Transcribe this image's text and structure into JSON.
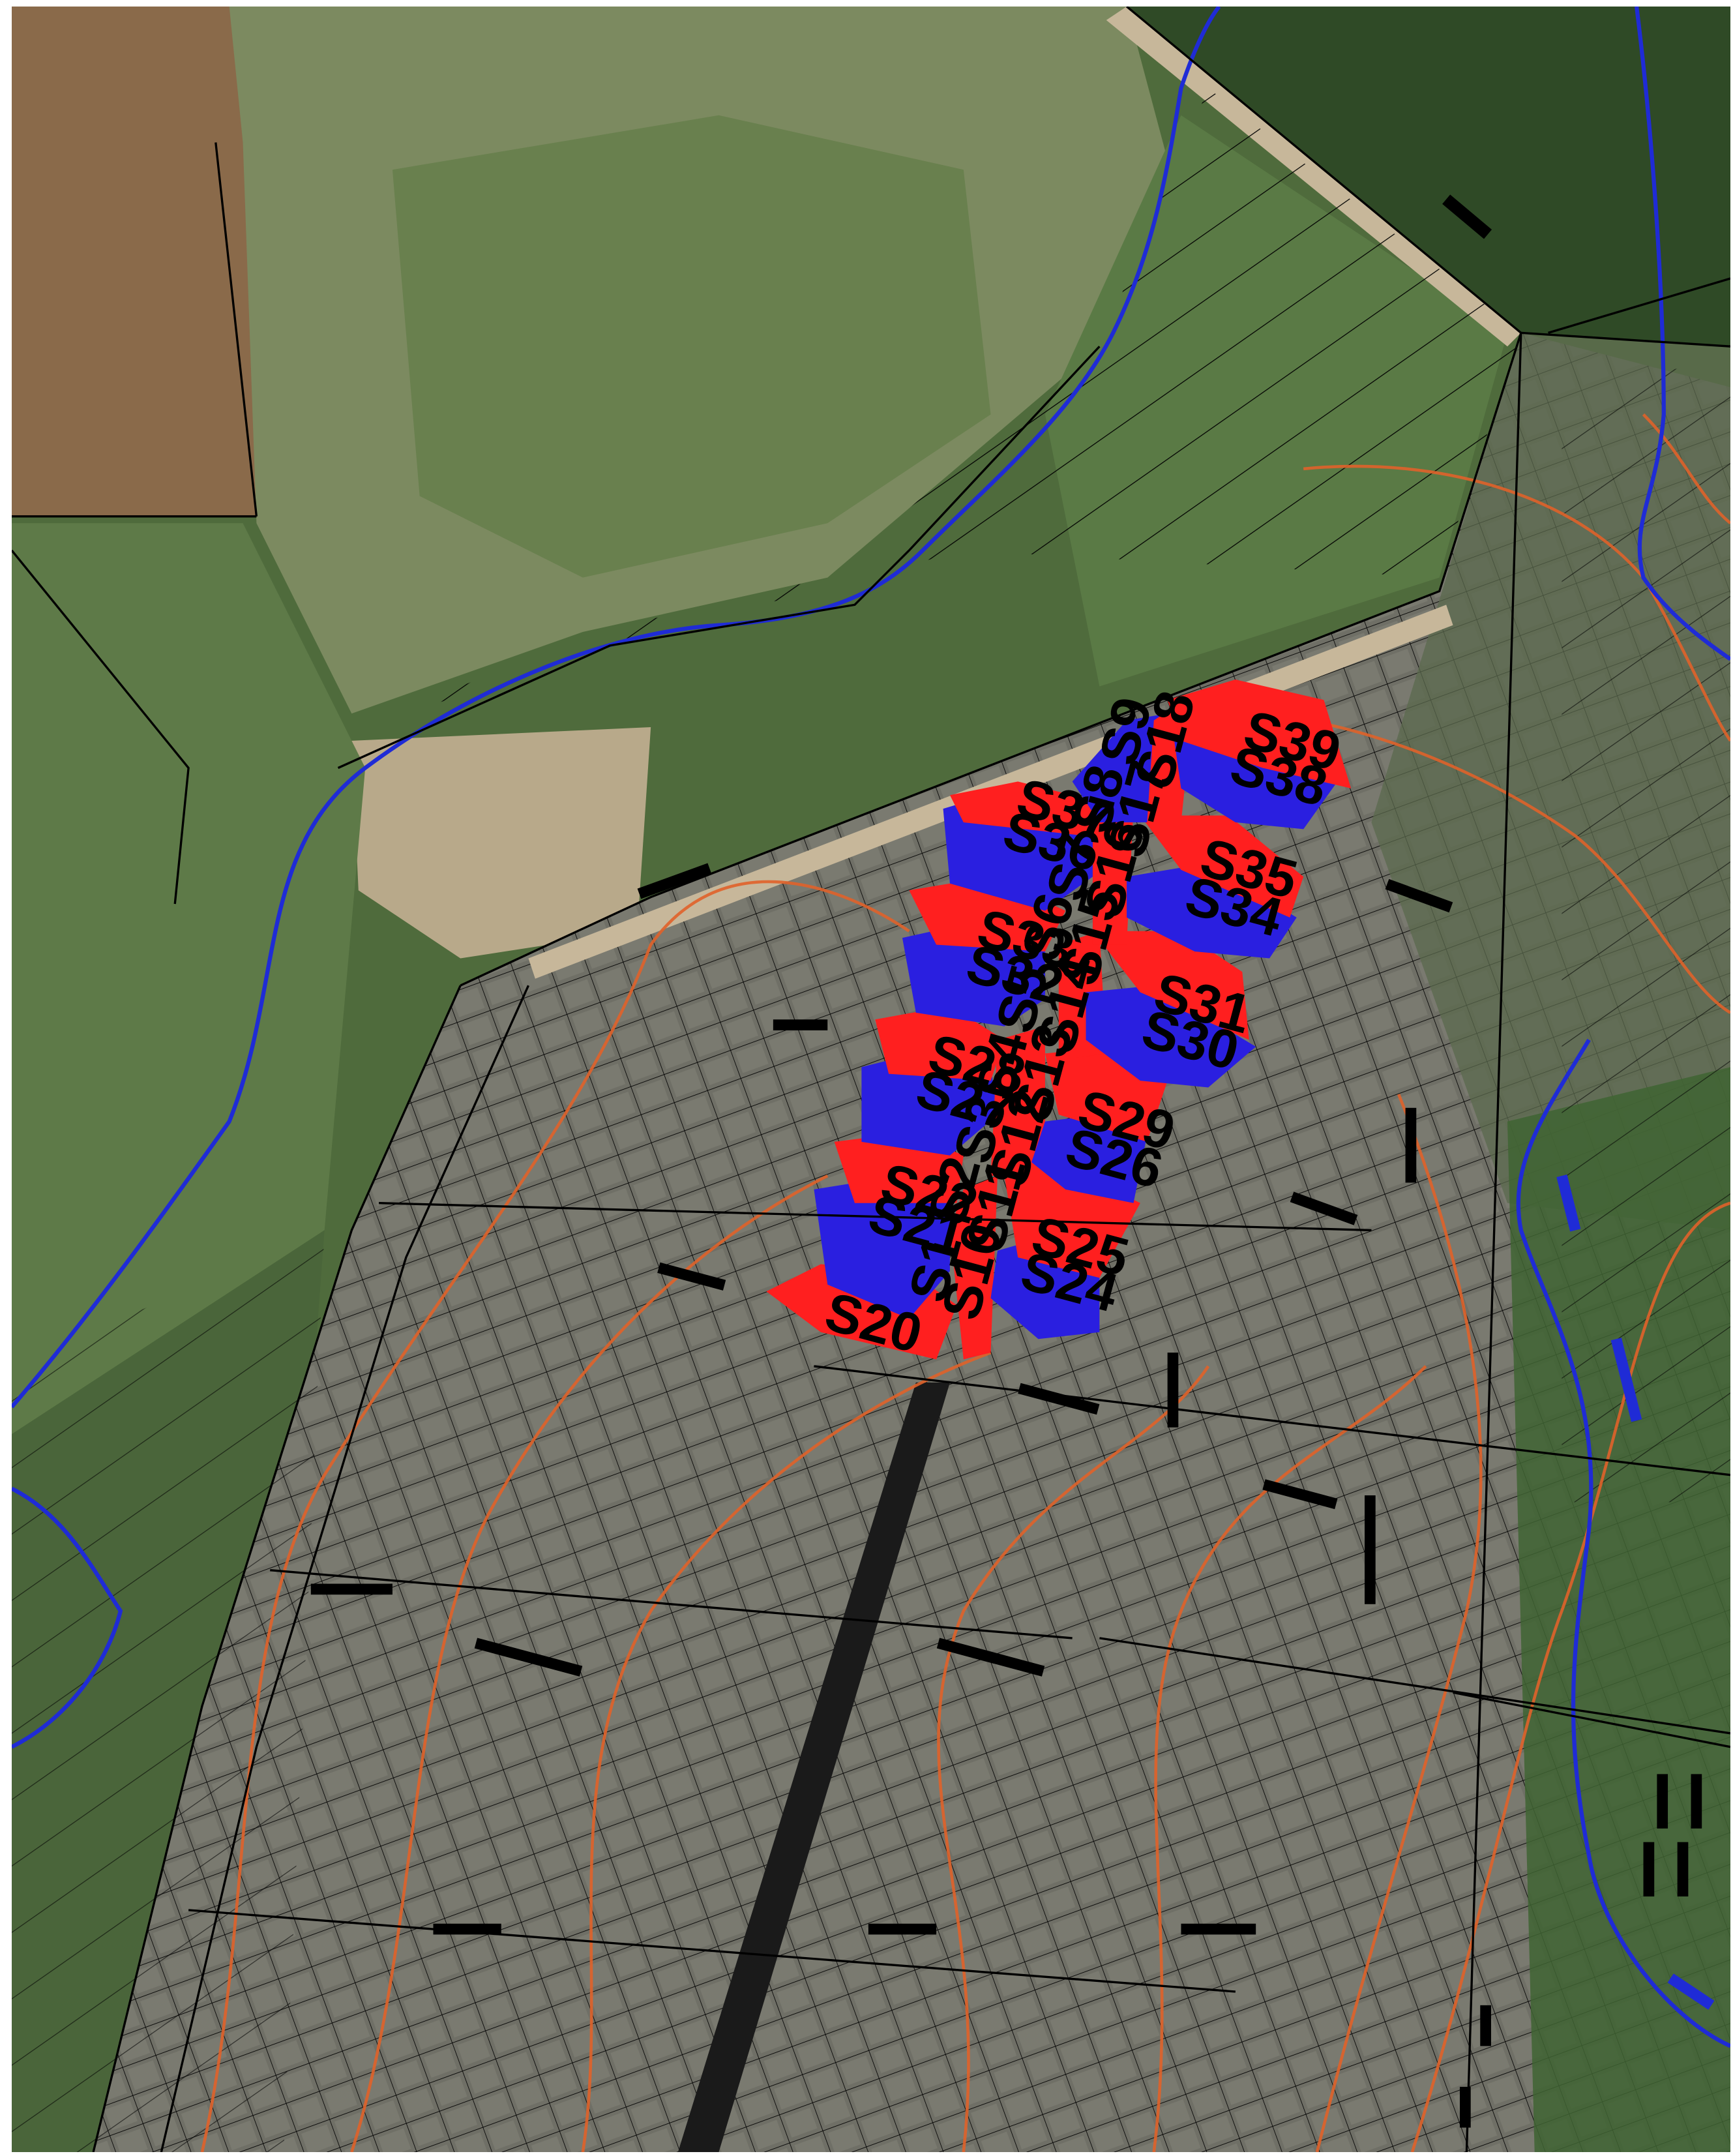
{
  "map": {
    "colors": {
      "aerial_green": "#4f6b3c",
      "field_tan": "#8a6a4a",
      "urban_grey": "#6f6f66",
      "sector_red": "#ff1f1f",
      "sector_blue": "#2a1fe0",
      "river_blue": "#1f2bd6",
      "contour_orange": "#e0622a",
      "parcel_black": "#000000"
    }
  },
  "sectors": [
    {
      "id": "S1",
      "color": "blue"
    },
    {
      "id": "S2",
      "color": "blue"
    },
    {
      "id": "S3",
      "color": "blue"
    },
    {
      "id": "S4",
      "color": "blue"
    },
    {
      "id": "S5",
      "color": "blue"
    },
    {
      "id": "S6",
      "color": "blue"
    },
    {
      "id": "S7",
      "color": "blue"
    },
    {
      "id": "S8",
      "color": "blue"
    },
    {
      "id": "S9",
      "color": "blue"
    },
    {
      "id": "S10",
      "color": "red"
    },
    {
      "id": "S11",
      "color": "red"
    },
    {
      "id": "S12",
      "color": "red"
    },
    {
      "id": "S13",
      "color": "red"
    },
    {
      "id": "S14",
      "color": "red"
    },
    {
      "id": "S15",
      "color": "red"
    },
    {
      "id": "S16",
      "color": "red"
    },
    {
      "id": "S17",
      "color": "red"
    },
    {
      "id": "S18",
      "color": "red"
    },
    {
      "id": "S20",
      "color": "red"
    },
    {
      "id": "S21",
      "color": "blue"
    },
    {
      "id": "S22",
      "color": "red"
    },
    {
      "id": "S24",
      "color": "blue"
    },
    {
      "id": "S25",
      "color": "red"
    },
    {
      "id": "S26",
      "color": "blue"
    },
    {
      "id": "S27",
      "color": "blue"
    },
    {
      "id": "S28",
      "color": "red"
    },
    {
      "id": "S29",
      "color": "red"
    },
    {
      "id": "S30",
      "color": "blue"
    },
    {
      "id": "S31",
      "color": "red"
    },
    {
      "id": "S32",
      "color": "blue"
    },
    {
      "id": "S33",
      "color": "red"
    },
    {
      "id": "S34",
      "color": "blue"
    },
    {
      "id": "S35",
      "color": "red"
    },
    {
      "id": "S36",
      "color": "blue"
    },
    {
      "id": "S37",
      "color": "red"
    },
    {
      "id": "S38",
      "color": "blue"
    },
    {
      "id": "S39",
      "color": "red"
    }
  ]
}
